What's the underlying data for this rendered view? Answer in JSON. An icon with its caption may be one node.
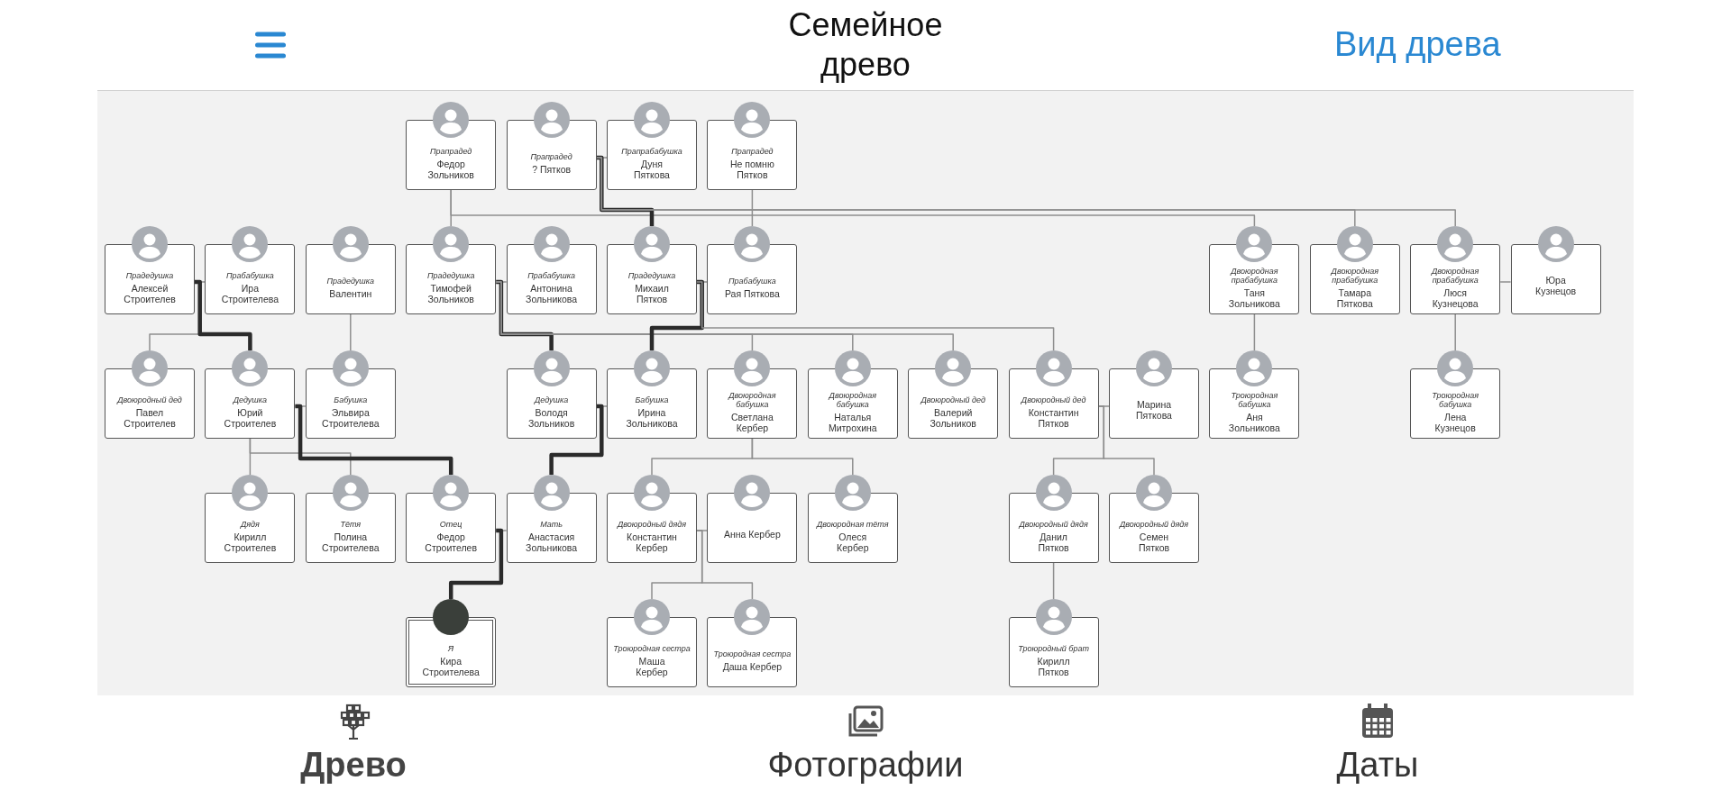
{
  "diagram": {
    "title": "Семейное древо",
    "nodes": [
      {
        "text": [
          "Прапрадед",
          "Федор Зольников"
        ]
      },
      {
        "text": [
          "Прапрадед",
          "? Пятков"
        ]
      },
      {
        "text": [
          "Прапрабабушка",
          "Дуня Пяткова"
        ]
      },
      {
        "text": [
          "Прапрадед",
          "Не помню Пятков"
        ]
      },
      {
        "text": [
          "Прадедушка",
          "Алексей Строителев"
        ]
      },
      {
        "text": [
          "Прабабушка",
          "Ира Строителева"
        ]
      },
      {
        "text": [
          "Прадедушка",
          "Валентин"
        ]
      },
      {
        "text": [
          "Прадедушка",
          "Тимофей Зольников"
        ]
      },
      {
        "text": [
          "Прабабушка",
          "Антонина Зольникова"
        ]
      },
      {
        "text": [
          "Прадедушка",
          "Михаил Пятков"
        ]
      },
      {
        "text": [
          "Прабабушка",
          "Рая Пяткова"
        ]
      },
      {
        "text": [
          "Двоюродная прабабушка",
          "Таня Зольникова"
        ]
      },
      {
        "text": [
          "Двоюродная прабабушка",
          "Тамара Пяткова"
        ]
      },
      {
        "text": [
          "Двоюродная прабабушка",
          "Люся Кузнецова"
        ]
      },
      {
        "text": [
          "Юра Кузнецов"
        ]
      },
      {
        "text": [
          "Двоюродный дед",
          "Павел Строителев"
        ]
      },
      {
        "text": [
          "Дедушка",
          "Юрий Строителев"
        ]
      },
      {
        "text": [
          "Бабушка",
          "Эльвира Строителева"
        ]
      },
      {
        "text": [
          "Дедушка",
          "Володя Зольников"
        ]
      },
      {
        "text": [
          "Бабушка",
          "Ирина Зольникова"
        ]
      },
      {
        "text": [
          "Двоюродная бабушка",
          "Светлана Кербер"
        ]
      },
      {
        "text": [
          "Двоюродная бабушка",
          "Наталья Митрохина"
        ]
      },
      {
        "text": [
          "Двоюродный дед",
          "Валерий Зольников"
        ]
      },
      {
        "text": [
          "Двоюродный дед",
          "Константин Пятков"
        ]
      },
      {
        "text": [
          "Марина Пяткова"
        ]
      },
      {
        "text": [
          "Троюродная бабушка",
          "Аня Зольникова"
        ]
      },
      {
        "text": [
          "Троюродная бабушка",
          "Лена Кузнецов"
        ]
      },
      {
        "text": [
          "Дядя",
          "Кирилл Строителев"
        ]
      },
      {
        "text": [
          "Тётя",
          "Полина Строителева"
        ]
      },
      {
        "text": [
          "Отец",
          "Федор Строителев"
        ]
      },
      {
        "text": [
          "Мать",
          "Анастасия Зольникова"
        ]
      },
      {
        "text": [
          "Двоюродный дядя",
          "Константин Кербер"
        ]
      },
      {
        "text": [
          "Анна Кербер"
        ]
      },
      {
        "text": [
          "Двоюродная тётя",
          "Олеся Кербер"
        ]
      },
      {
        "text": [
          "Двоюродный дядя",
          "Данил Пятков"
        ]
      },
      {
        "text": [
          "Двоюродный дядя",
          "Семен Пятков"
        ]
      },
      {
        "text": [
          "Я",
          "Кира Строителева"
        ]
      },
      {
        "text": [
          "Троюродная сестра",
          "Маша Кербер"
        ]
      },
      {
        "text": [
          "Троюродная сестра",
          "Даша Кербер"
        ]
      },
      {
        "text": [
          "Троюродный брат",
          "Кирилл Пятков"
        ]
      }
    ],
    "edges": [
      {
        "from": 1,
        "to": 2,
        "arrow": "none"
      },
      {
        "from": 4,
        "to": 5,
        "arrow": "none"
      },
      {
        "from": 7,
        "to": 8,
        "arrow": "none"
      },
      {
        "from": 9,
        "to": 10,
        "arrow": "none"
      },
      {
        "from": 13,
        "to": 14,
        "arrow": "none"
      },
      {
        "from": 16,
        "to": 17,
        "arrow": "none"
      },
      {
        "from": 18,
        "to": 19,
        "arrow": "none"
      },
      {
        "from": 23,
        "to": 24,
        "arrow": "none"
      },
      {
        "from": 29,
        "to": 30,
        "arrow": "none"
      },
      {
        "from": 31,
        "to": 32,
        "arrow": "none"
      },
      {
        "from": 0,
        "to": 7,
        "arrow": "none"
      },
      {
        "from": 0,
        "to": 11,
        "arrow": "none"
      },
      {
        "from": 1,
        "to": 9,
        "arrow": "none",
        "style": "thick",
        "color": "#2b2b2b"
      },
      {
        "from": 1,
        "to": 12,
        "arrow": "none"
      },
      {
        "from": 1,
        "to": 13,
        "arrow": "none"
      },
      {
        "from": 3,
        "to": 10,
        "arrow": "none"
      },
      {
        "from": 4,
        "to": 15,
        "arrow": "none"
      },
      {
        "from": 4,
        "to": 16,
        "arrow": "none",
        "style": "thick",
        "color": "#2b2b2b"
      },
      {
        "from": 6,
        "to": 17,
        "arrow": "none"
      },
      {
        "from": 7,
        "to": 18,
        "arrow": "none",
        "style": "thick",
        "color": "#2b2b2b"
      },
      {
        "from": 7,
        "to": 20,
        "arrow": "none"
      },
      {
        "from": 7,
        "to": 21,
        "arrow": "none"
      },
      {
        "from": 7,
        "to": 22,
        "arrow": "none"
      },
      {
        "from": 9,
        "to": 19,
        "arrow": "none",
        "style": "thick",
        "color": "#2b2b2b"
      },
      {
        "from": 9,
        "to": 23,
        "arrow": "none"
      },
      {
        "from": 11,
        "to": 25,
        "arrow": "none"
      },
      {
        "from": 13,
        "to": 26,
        "arrow": "none"
      },
      {
        "from": 16,
        "to": 27,
        "arrow": "none"
      },
      {
        "from": 16,
        "to": 28,
        "arrow": "none"
      },
      {
        "from": 16,
        "to": 29,
        "arrow": "none",
        "style": "thick",
        "color": "#2b2b2b"
      },
      {
        "from": 18,
        "to": 30,
        "arrow": "none",
        "style": "thick",
        "color": "#2b2b2b"
      },
      {
        "from": 20,
        "to": 31,
        "arrow": "none"
      },
      {
        "from": 20,
        "to": 33,
        "arrow": "none"
      },
      {
        "from": 23,
        "to": 34,
        "arrow": "none"
      },
      {
        "from": 23,
        "to": 35,
        "arrow": "none"
      },
      {
        "from": 29,
        "to": 36,
        "arrow": "none",
        "style": "thick",
        "color": "#2b2b2b"
      },
      {
        "from": 31,
        "to": 37,
        "arrow": "none"
      },
      {
        "from": 31,
        "to": 38,
        "arrow": "none"
      },
      {
        "from": 34,
        "to": 39,
        "arrow": "none"
      }
    ],
    "labels": [
      "Вид древа",
      "Древо",
      "Фотографии",
      "Даты"
    ]
  }
}
